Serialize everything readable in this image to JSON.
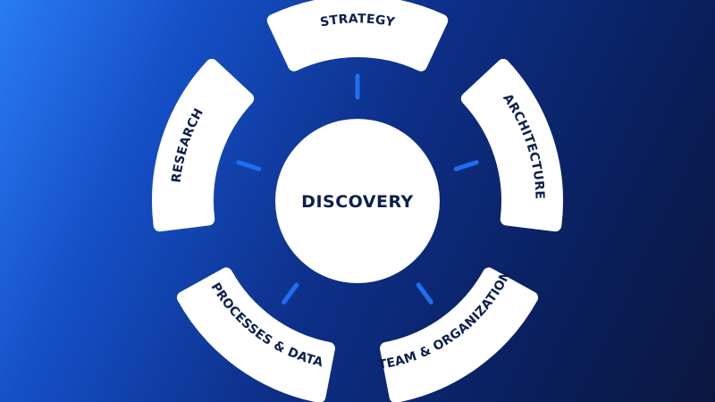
{
  "diagram": {
    "center_label": "DISCOVERY",
    "segments": [
      {
        "label": "STRATEGY"
      },
      {
        "label": "ARCHITECTURE"
      },
      {
        "label": "TEAM & ORGANIZATION"
      },
      {
        "label": "PROCESSES & DATA"
      },
      {
        "label": "RESEARCH"
      }
    ],
    "colors": {
      "segment_fill": "#ffffff",
      "text": "#0d1f4d",
      "connector": "#1f6ff0",
      "background_start": "#2a7bf5",
      "background_end": "#0b1740"
    }
  }
}
